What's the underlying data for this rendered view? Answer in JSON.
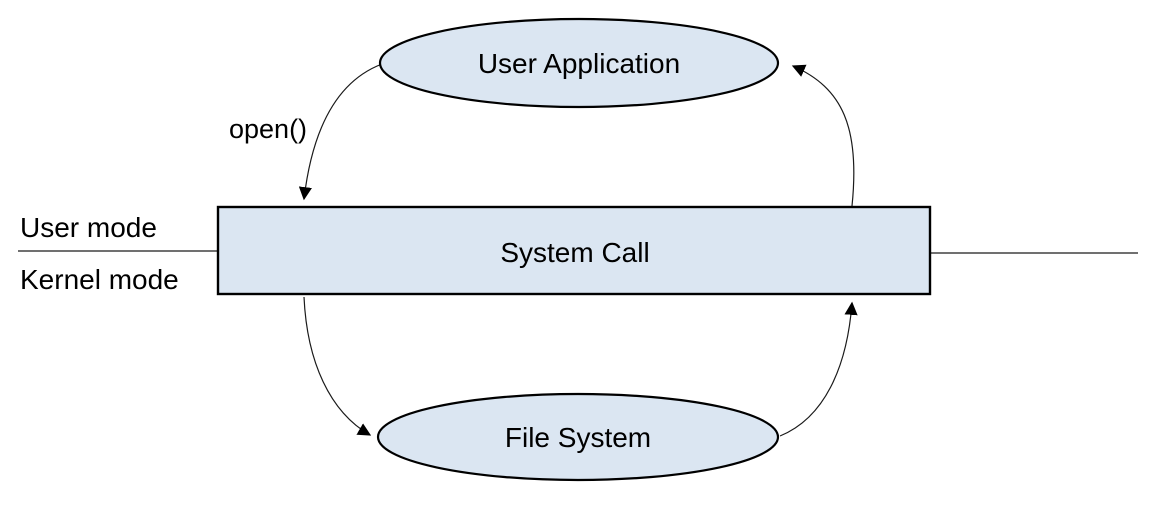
{
  "diagram": {
    "type": "flow-diagram",
    "background": "#ffffff",
    "colors": {
      "node_fill": "#dbe6f2",
      "node_border": "#000000",
      "connector": "#1a1a1a",
      "divider_line": "#404040",
      "text": "#000000"
    },
    "nodes": [
      {
        "id": "user-application",
        "shape": "ellipse",
        "label": "User Application"
      },
      {
        "id": "system-call",
        "shape": "rectangle",
        "label": "System Call"
      },
      {
        "id": "file-system",
        "shape": "ellipse",
        "label": "File System"
      }
    ],
    "mode_labels": {
      "user": "User mode",
      "kernel": "Kernel mode"
    },
    "edges": [
      {
        "from": "User Application",
        "to": "System Call",
        "label": "open()"
      },
      {
        "from": "System Call",
        "to": "File System",
        "label": ""
      },
      {
        "from": "File System",
        "to": "System Call",
        "label": ""
      },
      {
        "from": "System Call",
        "to": "User Application",
        "label": ""
      }
    ]
  }
}
